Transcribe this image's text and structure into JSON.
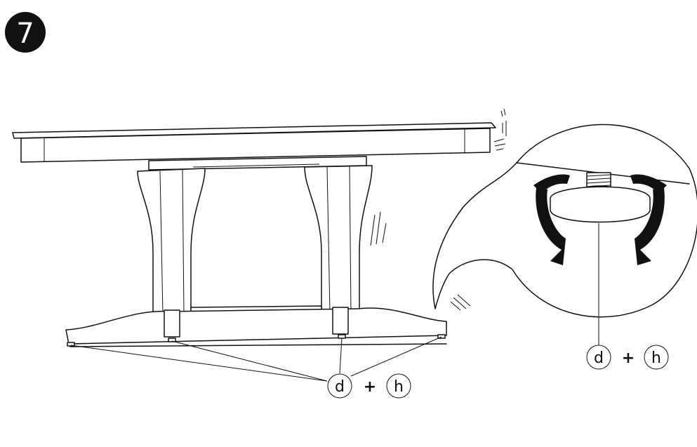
{
  "step": {
    "number": "7"
  },
  "callouts": {
    "main": {
      "part_a": "d",
      "operator": "+",
      "part_b": "h"
    },
    "detail": {
      "part_a": "d",
      "operator": "+",
      "part_b": "h"
    }
  },
  "colors": {
    "line": "#111111",
    "background": "#ffffff",
    "badge": "#111111"
  }
}
